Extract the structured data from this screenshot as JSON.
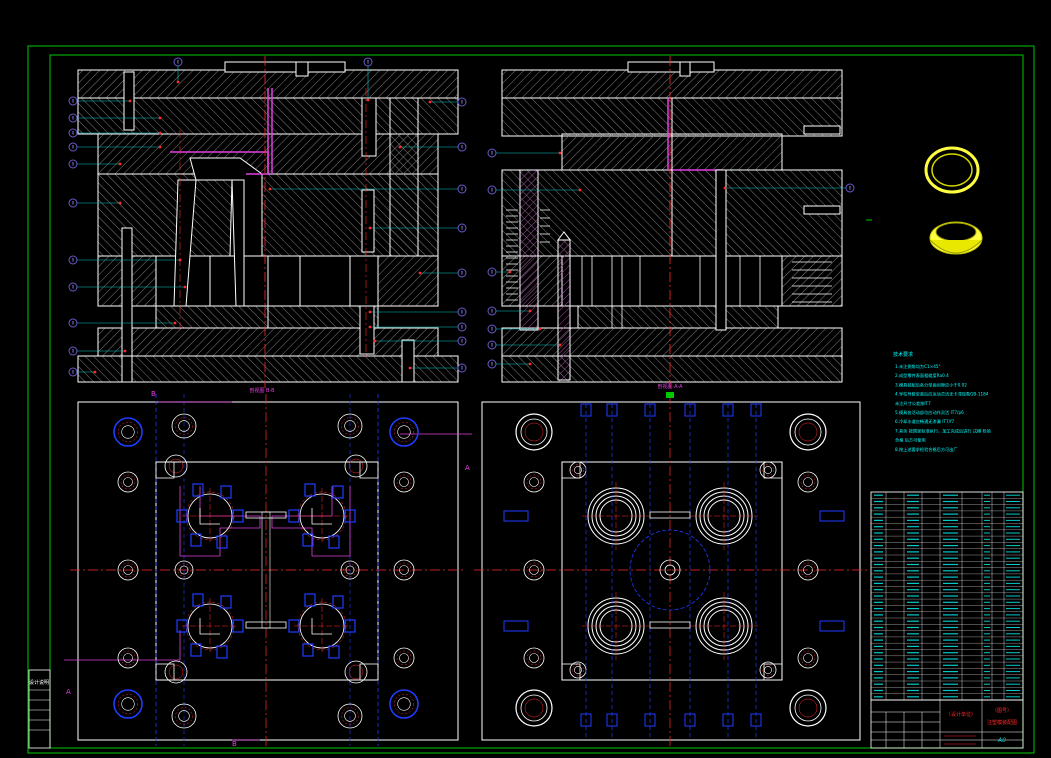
{
  "drawing": {
    "section_label_left": "剖视图 B-B",
    "section_label_right": "剖视图 A-A",
    "cut_marks": {
      "a": "A",
      "b": "B"
    },
    "part_number_placeholder": "0",
    "tech_req": {
      "heading": "技术要求",
      "items": [
        "1.未注倒角均为C1×45°",
        "2.成型零件表面粗糙度Ra0.4",
        "3.模具装配后各分型面间隙应小于0.02",
        "4.导柱导套安装后应运动灵活无卡滞现象GB-1184",
        "  未注尺寸公差按IT7",
        "5.模具各活动部位应动作灵活 IT7/p6",
        "6.冷却水道应畅通无渗漏 IT7/f7",
        "7.其余 按国家标准执行，加工完成后进行 试模 检验",
        "  合格 后方可使用",
        "8.按上述要求检验合格后方可出厂"
      ]
    },
    "title_block": {
      "school": "（设计单位）",
      "title_top": "（图号）",
      "title_main": "注塑模装配图",
      "scale": "A0"
    },
    "left_stamp_label": "设计说明"
  },
  "colors": {
    "bg": "#000000",
    "border": "#00c800",
    "outline": "#ffffff",
    "hatch": "#8a8a8a",
    "centerline": "#ff2a2a",
    "leader": "#00c8c8",
    "balloon": "#6a5acd",
    "blue": "#1e3cff",
    "magenta": "#e040e0",
    "yellow": "#ffff40",
    "cyan": "#00ffff"
  }
}
